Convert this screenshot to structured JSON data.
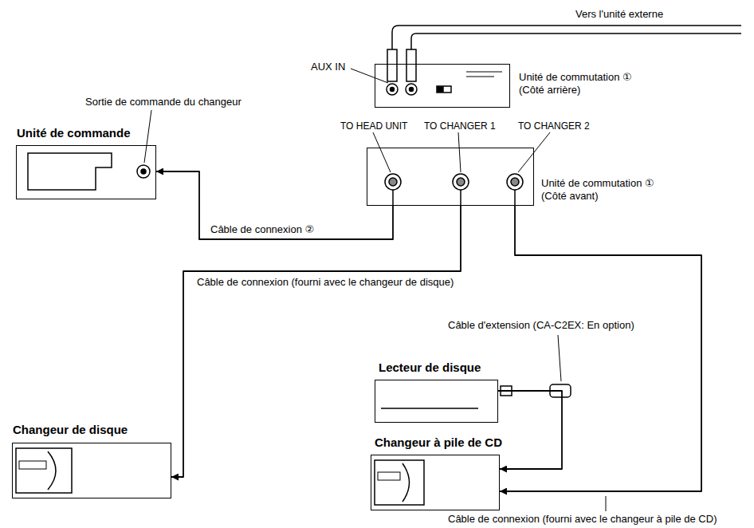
{
  "diagram": {
    "nodes": [
      {
        "text": [
          "Unité de commutation ① (Côté arrière)"
        ]
      },
      {
        "text": [
          "Unité de commande"
        ]
      },
      {
        "text": [
          "Unité de commutation ① (Côté avant)"
        ]
      },
      {
        "text": [
          "Lecteur de disque"
        ]
      },
      {
        "text": [
          "Changeur de disque"
        ]
      },
      {
        "text": [
          "Changeur à pile de CD"
        ]
      }
    ],
    "edges": [
      {
        "from": 2,
        "to": 1,
        "arrow": "to",
        "label": "Câble de connexion ②"
      },
      {
        "from": 2,
        "to": 4,
        "arrow": "to",
        "label": "Câble de connexion (fourni avec le changeur de disque)"
      },
      {
        "from": 2,
        "to": 5,
        "arrow": "to",
        "label": "Câble de connexion (fourni avec le changeur à pile de CD)"
      },
      {
        "from": 3,
        "to": 5,
        "arrow": "to",
        "label": "Câble d'extension (CA-C2EX: En option)"
      }
    ],
    "labels": [
      "Vers l'unité externe",
      "AUX IN",
      "Sortie de commande du changeur",
      "TO HEAD UNIT",
      "TO CHANGER 1",
      "TO CHANGER 2"
    ]
  }
}
